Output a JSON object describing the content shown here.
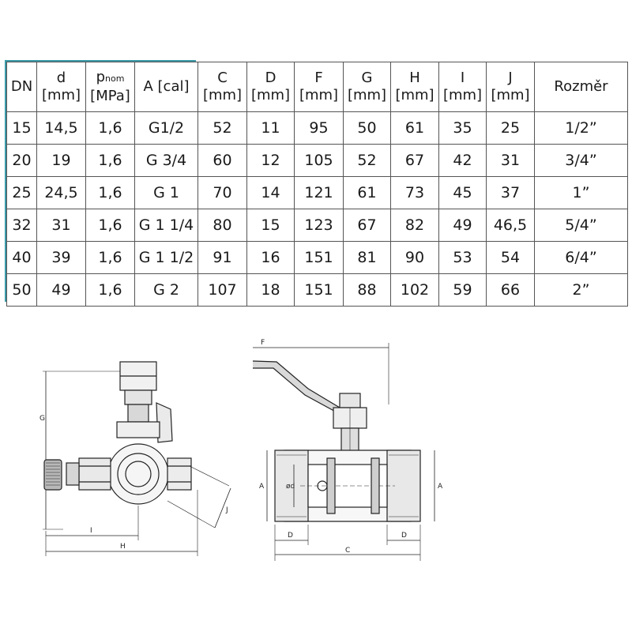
{
  "table": {
    "headers": [
      {
        "name": "DN",
        "unit": ""
      },
      {
        "name": "d",
        "unit": "[mm]"
      },
      {
        "name": "p",
        "sub": "nom",
        "unit": "[MPa]"
      },
      {
        "name": "A [cal]",
        "unit": ""
      },
      {
        "name": "C",
        "unit": "[mm]"
      },
      {
        "name": "D",
        "unit": "[mm]"
      },
      {
        "name": "F",
        "unit": "[mm]"
      },
      {
        "name": "G",
        "unit": "[mm]"
      },
      {
        "name": "H",
        "unit": "[mm]"
      },
      {
        "name": "I",
        "unit": "[mm]"
      },
      {
        "name": "J",
        "unit": "[mm]"
      },
      {
        "name": "Rozměr",
        "unit": ""
      }
    ],
    "rows": [
      [
        "15",
        "14,5",
        "1,6",
        "G1/2",
        "52",
        "11",
        "95",
        "50",
        "61",
        "35",
        "25",
        "1/2”"
      ],
      [
        "20",
        "19",
        "1,6",
        "G 3/4",
        "60",
        "12",
        "105",
        "52",
        "67",
        "42",
        "31",
        "3/4”"
      ],
      [
        "25",
        "24,5",
        "1,6",
        "G 1",
        "70",
        "14",
        "121",
        "61",
        "73",
        "45",
        "37",
        "1”"
      ],
      [
        "32",
        "31",
        "1,6",
        "G 1 1/4",
        "80",
        "15",
        "123",
        "67",
        "82",
        "49",
        "46,5",
        "5/4”"
      ],
      [
        "40",
        "39",
        "1,6",
        "G 1 1/2",
        "91",
        "16",
        "151",
        "81",
        "90",
        "53",
        "54",
        "6/4”"
      ],
      [
        "50",
        "49",
        "1,6",
        "G 2",
        "107",
        "18",
        "151",
        "88",
        "102",
        "59",
        "66",
        "2”"
      ]
    ]
  },
  "drawing_left": {
    "labels": {
      "g": "G",
      "i": "I",
      "h": "H",
      "j": "J"
    }
  },
  "drawing_right": {
    "labels": {
      "f": "F",
      "a_left": "A",
      "d_inner": "ød",
      "a_right": "A",
      "d_left": "D",
      "d_right": "D",
      "c": "C"
    }
  },
  "colors": {
    "accent": "#3a9aa8",
    "line": "#222222"
  }
}
